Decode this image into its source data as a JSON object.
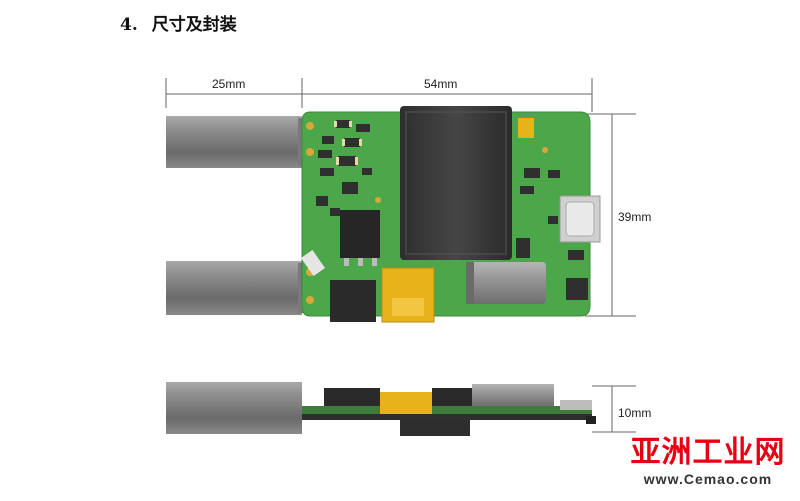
{
  "section": {
    "number": "4.",
    "title": "尺寸及封装"
  },
  "dimensions": {
    "cable_length": "25mm",
    "board_length": "54mm",
    "board_width": "39mm",
    "height": "10mm"
  },
  "watermark": {
    "name": "亚洲工业网",
    "url": "www.Cemao.com"
  },
  "colors": {
    "pcb": "#4ca64a",
    "transformer": "#3b3b3b",
    "cable": "#888888",
    "connector": "#e8b21a"
  }
}
